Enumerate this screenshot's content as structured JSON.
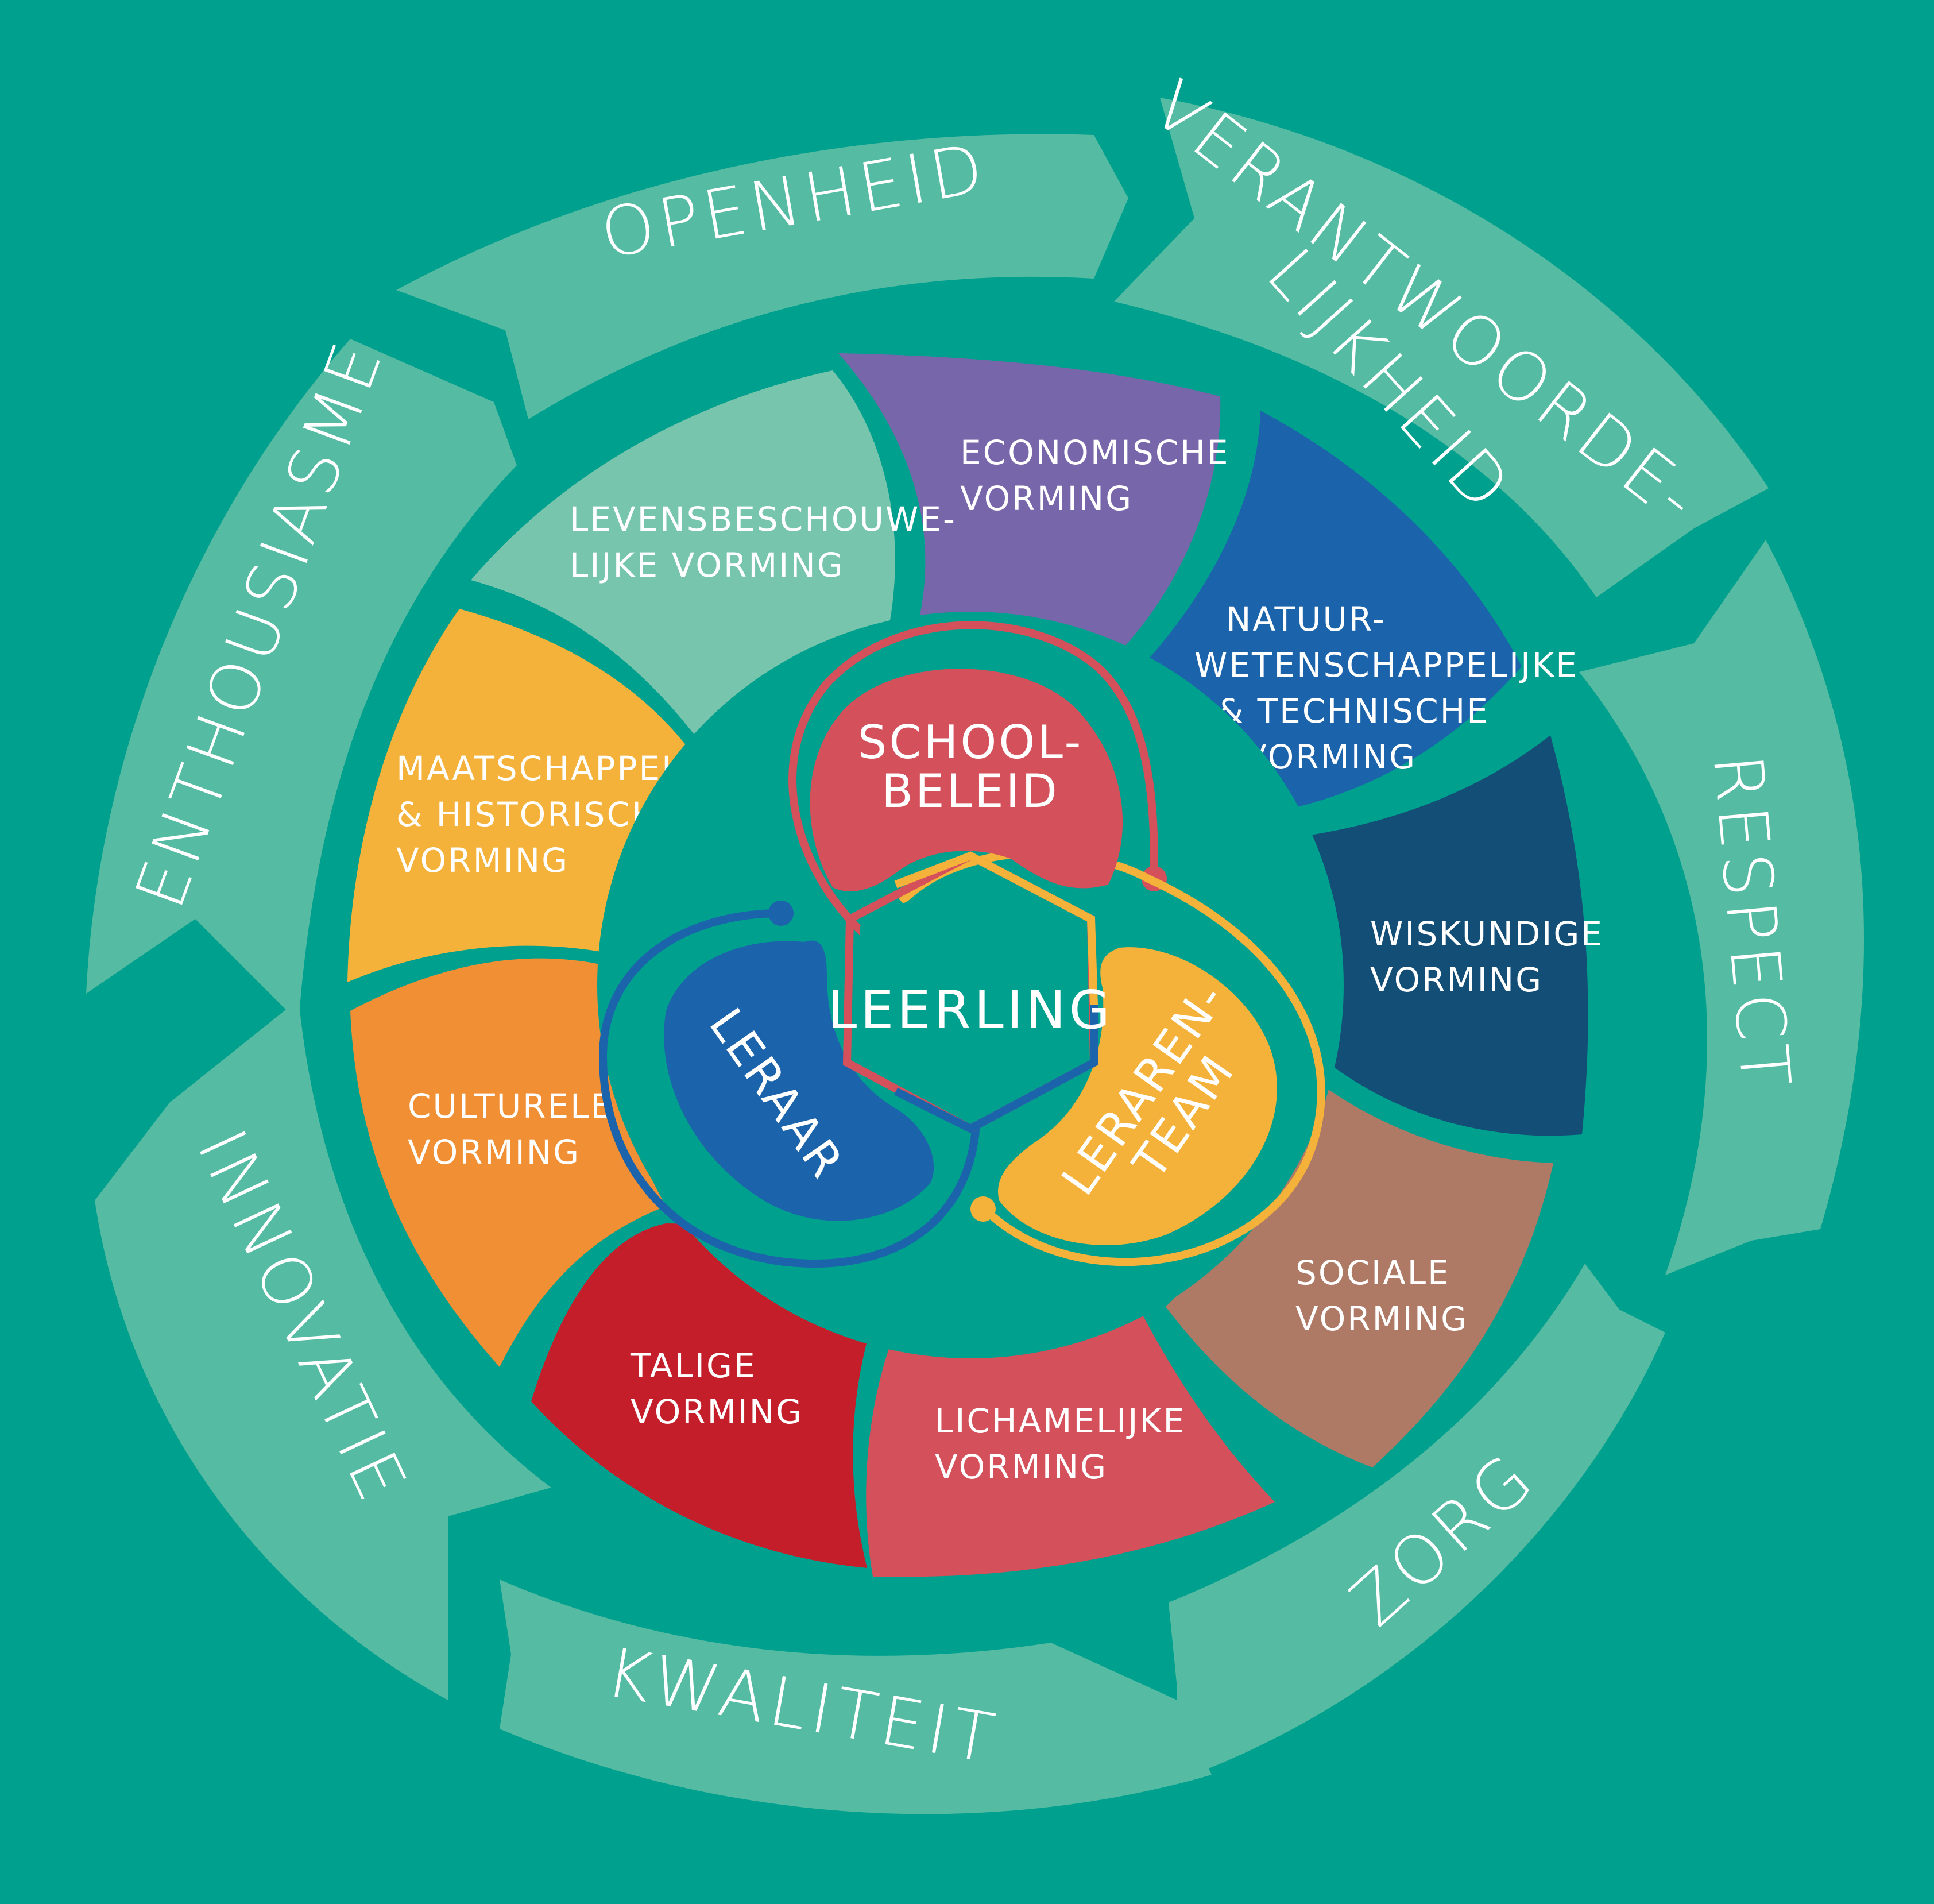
{
  "colors": {
    "background": "#00a08e",
    "ring_arrow": "#55bba2",
    "petal_levensbeschouwelijk": "#78c5ae",
    "petal_economisch": "#7866ab",
    "petal_natuur": "#1b63ab",
    "petal_wiskunde": "#134e77",
    "petal_sociaal": "#ae7a66",
    "petal_lichamelijk": "#d4505b",
    "petal_talig": "#c41e2a",
    "petal_cultureel": "#f08f33",
    "petal_maatschappelijk": "#f4b23a",
    "core_schoolbeleid": "#d4505b",
    "core_leraar": "#1b63ab",
    "core_lerarenteam": "#f4b23a"
  },
  "values_ring": [
    {
      "id": "openheid",
      "label": "OPENHEID"
    },
    {
      "id": "verantwoordelijkheid",
      "line1": "VERANTWOORDE-",
      "line2": "LIJKHEID"
    },
    {
      "id": "respect",
      "label": "RESPECT"
    },
    {
      "id": "zorg",
      "label": "ZORG"
    },
    {
      "id": "kwaliteit",
      "label": "KWALITEIT"
    },
    {
      "id": "innovatie",
      "label": "INNOVATIE"
    },
    {
      "id": "enthousiasme",
      "label": "ENTHOUSIASME"
    }
  ],
  "domains": [
    {
      "id": "levensbeschouwelijk",
      "lines": [
        "LEVENSBESCHOUWE-",
        "LIJKE VORMING"
      ]
    },
    {
      "id": "economisch",
      "lines": [
        "ECONOMISCHE",
        "VORMING"
      ]
    },
    {
      "id": "natuur",
      "lines": [
        "NATUUR-",
        "WETENSCHAPPELIJKE",
        "& TECHNISCHE",
        "VORMING"
      ]
    },
    {
      "id": "wiskunde",
      "lines": [
        "WISKUNDIGE",
        "VORMING"
      ]
    },
    {
      "id": "sociaal",
      "lines": [
        "SOCIALE",
        "VORMING"
      ]
    },
    {
      "id": "lichamelijk",
      "lines": [
        "LICHAMELIJKE",
        "VORMING"
      ]
    },
    {
      "id": "talig",
      "lines": [
        "TALIGE",
        "VORMING"
      ]
    },
    {
      "id": "cultureel",
      "lines": [
        "CULTURELE",
        "VORMING"
      ]
    },
    {
      "id": "maatschappelijk",
      "lines": [
        "MAATSCHAPPELIJKE",
        "& HISTORISCHE",
        "VORMING"
      ]
    }
  ],
  "core": {
    "schoolbeleid": [
      "SCHOOL-",
      "BELEID"
    ],
    "leraar": "LERAAR",
    "lerarenteam": [
      "LERAREN-",
      "TEAM"
    ],
    "center": "LEERLING"
  }
}
